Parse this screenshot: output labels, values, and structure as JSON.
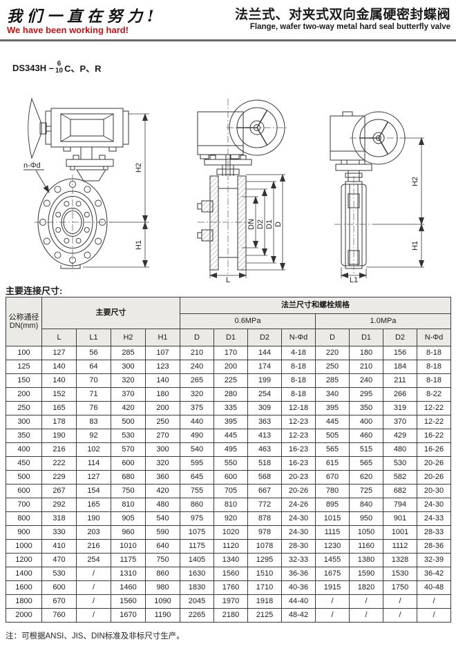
{
  "header": {
    "slogan_zh": "我们一直在努力!",
    "slogan_en": "We have been working hard!",
    "title_zh": "法兰式、对夹式双向金属硬密封蝶阀",
    "title_en": "Flange, wafer two-way metal hard seal butterfly valve"
  },
  "model": {
    "prefix": "DS343H –",
    "fraction_top": "6",
    "fraction_bottom": "10",
    "suffix": "C、P、R"
  },
  "drawings": {
    "front_view": {
      "bolt_hole_label": "n-Φd",
      "dim_h2": "H2",
      "dim_h1": "H1"
    },
    "section_view": {
      "dim_dn": "DN",
      "dim_d2": "D2",
      "dim_d1": "D1",
      "dim_d": "D",
      "dim_l": "L"
    },
    "wafer_view": {
      "dim_h2": "H2",
      "dim_h1": "H1",
      "dim_l1": "L1"
    }
  },
  "table": {
    "section_title": "主要连接尺寸:",
    "headers": {
      "dn_line1": "公称通径",
      "dn_line2": "DN(mm)",
      "main_dims": "主要尺寸",
      "flange_specs": "法兰尺寸和螺栓规格",
      "pressure_06": "0.6MPa",
      "pressure_10": "1.0MPa",
      "sub": [
        "L",
        "L1",
        "H2",
        "H1",
        "D",
        "D1",
        "D2",
        "N-Φd",
        "D",
        "D1",
        "D2",
        "N-Φd"
      ]
    },
    "rows": [
      [
        "100",
        "127",
        "56",
        "285",
        "107",
        "210",
        "170",
        "144",
        "4-18",
        "220",
        "180",
        "156",
        "8-18"
      ],
      [
        "125",
        "140",
        "64",
        "300",
        "123",
        "240",
        "200",
        "174",
        "8-18",
        "250",
        "210",
        "184",
        "8-18"
      ],
      [
        "150",
        "140",
        "70",
        "320",
        "140",
        "265",
        "225",
        "199",
        "8-18",
        "285",
        "240",
        "211",
        "8-18"
      ],
      [
        "200",
        "152",
        "71",
        "370",
        "180",
        "320",
        "280",
        "254",
        "8-18",
        "340",
        "295",
        "266",
        "8-22"
      ],
      [
        "250",
        "165",
        "76",
        "420",
        "200",
        "375",
        "335",
        "309",
        "12-18",
        "395",
        "350",
        "319",
        "12-22"
      ],
      [
        "300",
        "178",
        "83",
        "500",
        "250",
        "440",
        "395",
        "363",
        "12-23",
        "445",
        "400",
        "370",
        "12-22"
      ],
      [
        "350",
        "190",
        "92",
        "530",
        "270",
        "490",
        "445",
        "413",
        "12-23",
        "505",
        "460",
        "429",
        "16-22"
      ],
      [
        "400",
        "216",
        "102",
        "570",
        "300",
        "540",
        "495",
        "463",
        "16-23",
        "565",
        "515",
        "480",
        "16-26"
      ],
      [
        "450",
        "222",
        "114",
        "600",
        "320",
        "595",
        "550",
        "518",
        "16-23",
        "615",
        "565",
        "530",
        "20-26"
      ],
      [
        "500",
        "229",
        "127",
        "680",
        "360",
        "645",
        "600",
        "568",
        "20-23",
        "670",
        "620",
        "582",
        "20-26"
      ],
      [
        "600",
        "267",
        "154",
        "750",
        "420",
        "755",
        "705",
        "667",
        "20-26",
        "780",
        "725",
        "682",
        "20-30"
      ],
      [
        "700",
        "292",
        "165",
        "810",
        "480",
        "860",
        "810",
        "772",
        "24-26",
        "895",
        "840",
        "794",
        "24-30"
      ],
      [
        "800",
        "318",
        "190",
        "905",
        "540",
        "975",
        "920",
        "878",
        "24-30",
        "1015",
        "950",
        "901",
        "24-33"
      ],
      [
        "900",
        "330",
        "203",
        "960",
        "590",
        "1075",
        "1020",
        "978",
        "24-30",
        "1115",
        "1050",
        "1001",
        "28-33"
      ],
      [
        "1000",
        "410",
        "216",
        "1010",
        "640",
        "1175",
        "1120",
        "1078",
        "28-30",
        "1230",
        "1160",
        "1112",
        "28-36"
      ],
      [
        "1200",
        "470",
        "254",
        "1175",
        "750",
        "1405",
        "1340",
        "1295",
        "32-33",
        "1455",
        "1380",
        "1328",
        "32-39"
      ],
      [
        "1400",
        "530",
        "/",
        "1310",
        "860",
        "1630",
        "1560",
        "1510",
        "36-36",
        "1675",
        "1590",
        "1530",
        "36-42"
      ],
      [
        "1600",
        "600",
        "/",
        "1460",
        "980",
        "1830",
        "1760",
        "1710",
        "40-36",
        "1915",
        "1820",
        "1750",
        "40-48"
      ],
      [
        "1800",
        "670",
        "/",
        "1560",
        "1090",
        "2045",
        "1970",
        "1918",
        "44-40",
        "/",
        "/",
        "/",
        "/"
      ],
      [
        "2000",
        "760",
        "/",
        "1670",
        "1190",
        "2265",
        "2180",
        "2125",
        "48-42",
        "/",
        "/",
        "/",
        "/"
      ]
    ]
  },
  "note": "注：可根据ANSI、JIS、DIN标准及非标尺寸生产。"
}
